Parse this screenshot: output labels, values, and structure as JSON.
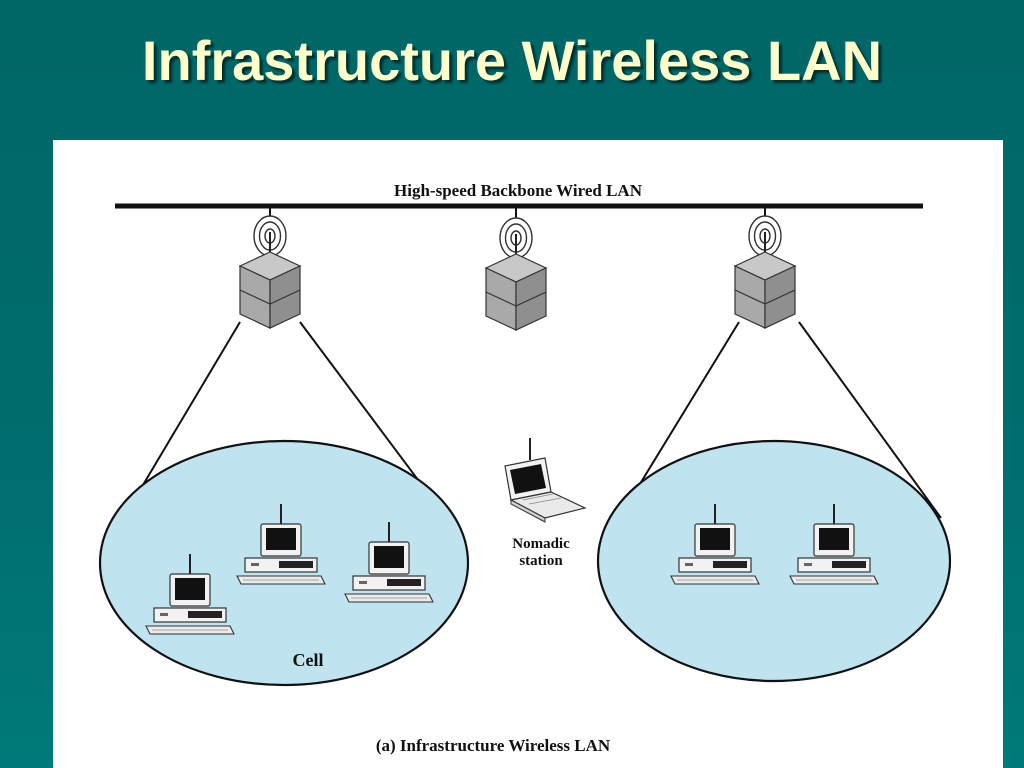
{
  "slide": {
    "title": "Infrastructure Wireless LAN",
    "background_color": "#006666",
    "title_color": "#ffffcc"
  },
  "figure": {
    "backbone_label": "High-speed Backbone Wired LAN",
    "nomadic_label_line1": "Nomadic",
    "nomadic_label_line2": "station",
    "cell_label": "Cell",
    "caption": "(a) Infrastructure Wireless LAN",
    "cell_fill_color": "#bfe3ef",
    "access_points": 3,
    "cells": [
      {
        "stations": 3
      },
      {
        "stations": 2
      }
    ]
  }
}
